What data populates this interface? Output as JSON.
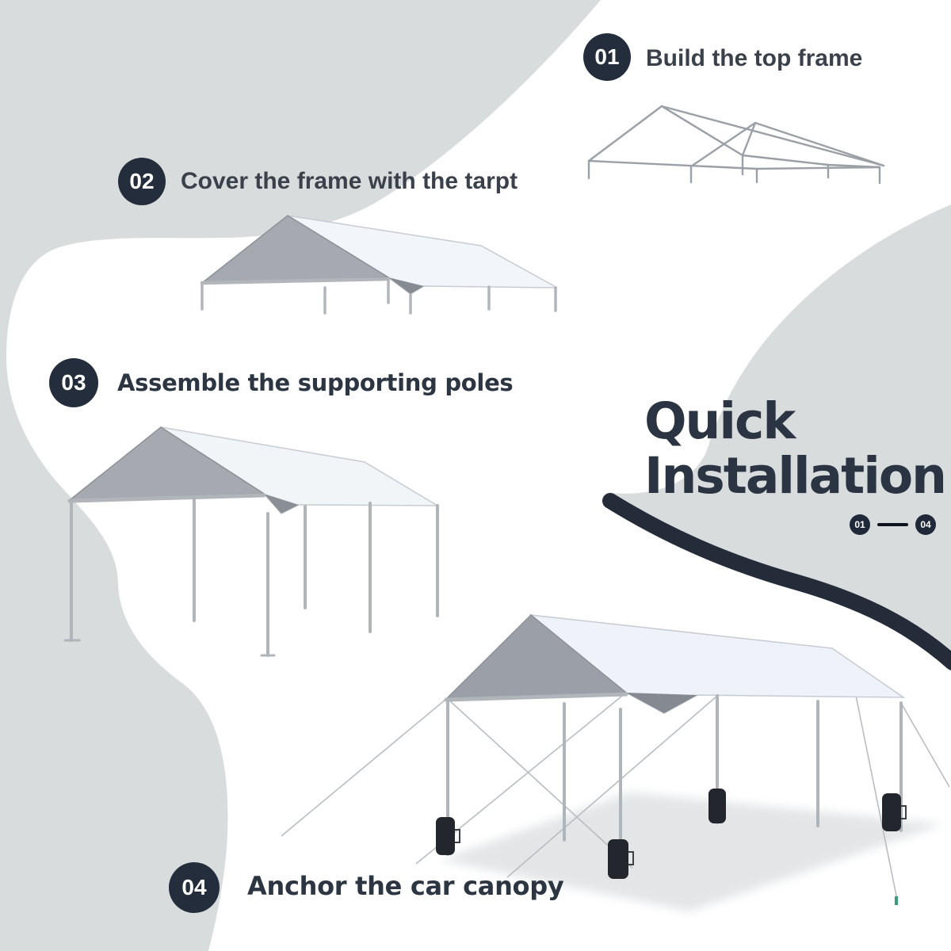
{
  "title": {
    "line1": "Quick",
    "line2": "Installation"
  },
  "range": {
    "from": "01",
    "to": "04"
  },
  "steps": [
    {
      "number": "01",
      "label": "Build the top frame"
    },
    {
      "number": "02",
      "label": "Cover the frame with the tarpt"
    },
    {
      "number": "03",
      "label": "Assemble the supporting poles"
    },
    {
      "number": "04",
      "label": "Anchor the car canopy"
    }
  ],
  "illustrations": [
    "canopy top frame wireframe",
    "frame covered with tarp",
    "canopy with supporting poles",
    "anchored car canopy with weight bags and guy ropes"
  ],
  "colors": {
    "background_white": "#ffffff",
    "background_gray": "#d9dcdd",
    "accent_dark_navy": "#232d3b",
    "swoosh_dark": "#242c39",
    "title_text": "#2b3442",
    "step_text": "#3a414b",
    "tarp_gable_gray": "#a6aab0",
    "tarp_roof_white": "#f2f5f9",
    "frame_line_gray": "#9aa0a6",
    "anchor_bag_black": "#23262c",
    "stake_green": "#3a9c7a"
  }
}
